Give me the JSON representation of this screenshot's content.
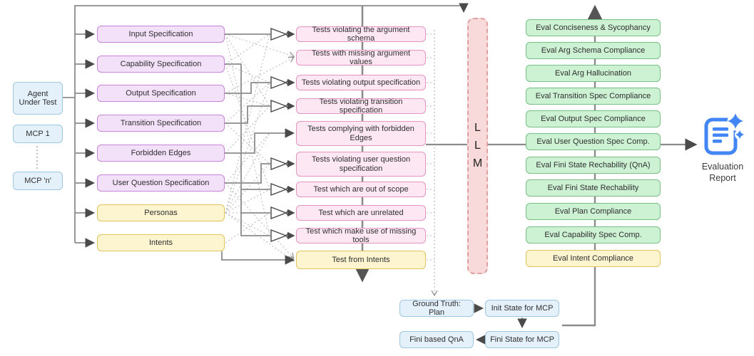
{
  "palette": {
    "purple_fill": "#F3E1F9",
    "purple_border": "#C685D6",
    "pink_fill": "#FDE7F3",
    "pink_border": "#E394C1",
    "yellow_fill": "#FDF4D0",
    "yellow_border": "#E0C45C",
    "green_fill": "#CDF1D3",
    "green_border": "#77BF85",
    "blue_fill": "#E4F0FA",
    "blue_border": "#9DC6E0",
    "llm_fill": "#F9DADA",
    "llm_border": "#DFA0A0",
    "line_gray": "#8c8c8c",
    "report_blue": "#4285F4"
  },
  "agent_stack": {
    "agent": "Agent Under Test",
    "mcp_first": "MCP 1",
    "mcp_last": "MCP 'n'"
  },
  "spec_column": {
    "items": [
      {
        "label": "Input Specification",
        "type": "purple"
      },
      {
        "label": "Capability Specification",
        "type": "purple"
      },
      {
        "label": "Output Specification",
        "type": "purple"
      },
      {
        "label": "Transition Specification",
        "type": "purple"
      },
      {
        "label": "Forbidden Edges",
        "type": "purple"
      },
      {
        "label": "User Question Specification",
        "type": "purple"
      },
      {
        "label": "Personas",
        "type": "yellow"
      },
      {
        "label": "Intents",
        "type": "yellow"
      }
    ]
  },
  "test_column": {
    "items": [
      {
        "label": "Tests violating the argument schema",
        "type": "pink"
      },
      {
        "label": "Tests with missing argument values",
        "type": "pink"
      },
      {
        "label": "Tests violating output specification",
        "type": "pink"
      },
      {
        "label": "Tests violating transition specification",
        "type": "pink"
      },
      {
        "label": "Tests complying with forbidden Edges",
        "type": "pink"
      },
      {
        "label": "Tests violating user question specification",
        "type": "pink"
      },
      {
        "label": "Test which are out of scope",
        "type": "pink"
      },
      {
        "label": "Test which are unrelated",
        "type": "pink"
      },
      {
        "label": "Test which make use of missing tools",
        "type": "pink"
      },
      {
        "label": "Test from Intents",
        "type": "yellow"
      }
    ]
  },
  "llm": {
    "letters": [
      "L",
      "L",
      "M"
    ]
  },
  "eval_column": {
    "items": [
      {
        "label": "Eval Conciseness & Sycophancy",
        "type": "green"
      },
      {
        "label": "Eval Arg Schema Compliance",
        "type": "green"
      },
      {
        "label": "Eval Arg Hallucination",
        "type": "green"
      },
      {
        "label": "Eval Transition Spec Compliance",
        "type": "green"
      },
      {
        "label": "Eval Output Spec Compliance",
        "type": "green"
      },
      {
        "label": "Eval User Question Spec Comp.",
        "type": "green"
      },
      {
        "label": "Eval Fini State Rechability (QnA)",
        "type": "green"
      },
      {
        "label": "Eval Fini State Rechability",
        "type": "green"
      },
      {
        "label": "Eval Plan Compliance",
        "type": "green"
      },
      {
        "label": "Eval Capability Spec Comp.",
        "type": "green"
      },
      {
        "label": "Eval Intent Compliance",
        "type": "yellow"
      }
    ]
  },
  "report": {
    "line1": "Evaluation",
    "line2": "Report"
  },
  "state_flow": {
    "ground_truth": "Ground Truth: Plan",
    "init_state": "Init State for MCP",
    "fini_qna": "Fini based QnA",
    "fini_state": "Fini State for MCP"
  }
}
